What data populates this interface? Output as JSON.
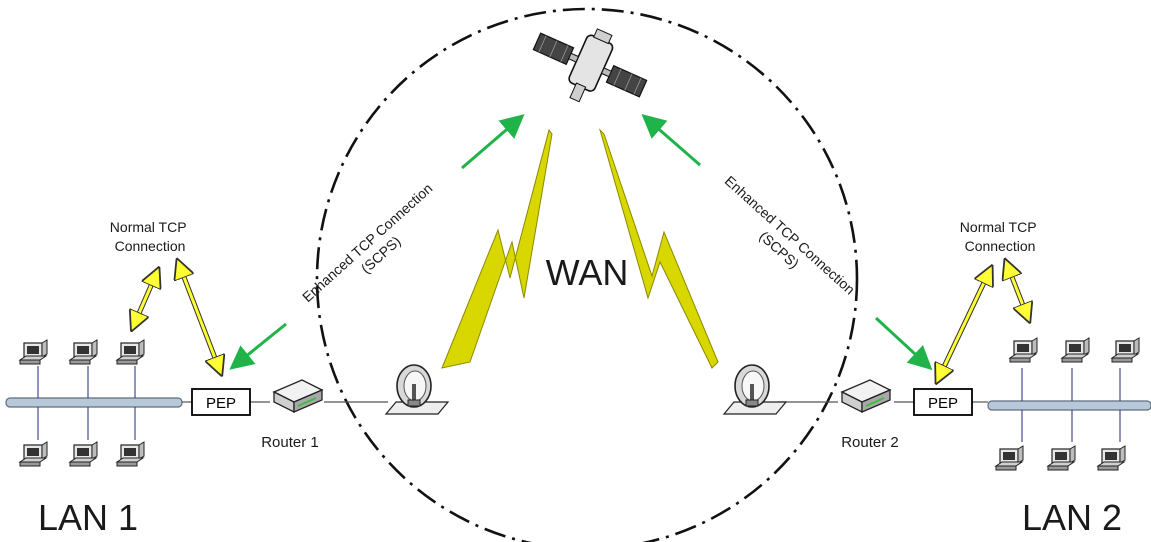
{
  "wan": {
    "label": "WAN"
  },
  "lan1": {
    "label": "LAN 1"
  },
  "lan2": {
    "label": "LAN 2"
  },
  "router1": {
    "label": "Router 1"
  },
  "router2": {
    "label": "Router 2"
  },
  "pep1": {
    "label": "PEP"
  },
  "pep2": {
    "label": "PEP"
  },
  "normal_tcp_left": {
    "line1": "Normal TCP",
    "line2": "Connection"
  },
  "normal_tcp_right": {
    "line1": "Normal TCP",
    "line2": "Connection"
  },
  "enhanced_left": {
    "line1": "Enhanced TCP Connection",
    "line2": "(SCPS)"
  },
  "enhanced_right": {
    "line1": "Enhanced TCP Connection",
    "line2": "(SCPS)"
  },
  "colors": {
    "green_arrow": "#1fb34a",
    "yellow_arrow": "#ffff33",
    "lightning": "#d8d800",
    "bus": "#b8c8d8"
  },
  "icons": [
    "computer-icon",
    "router-icon",
    "satellite-dish-icon",
    "satellite-icon",
    "lightning-icon"
  ]
}
